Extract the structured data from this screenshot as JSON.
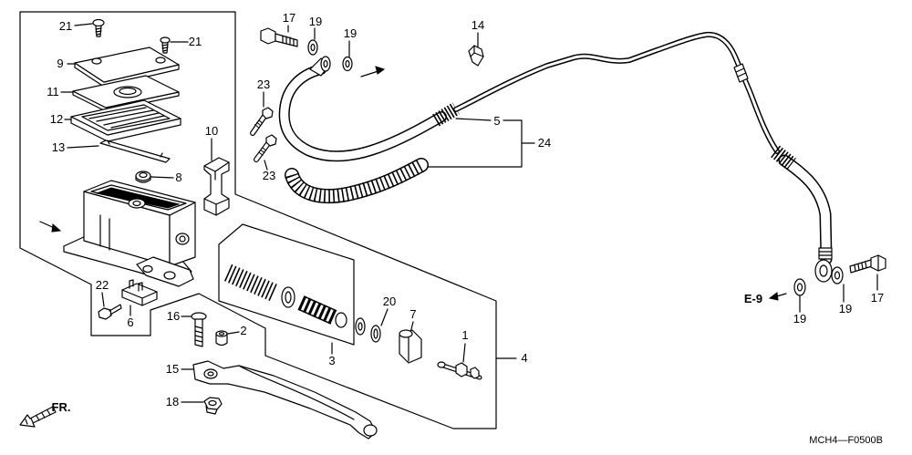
{
  "diagram": {
    "callouts": [
      "21",
      "21",
      "9",
      "11",
      "12",
      "13",
      "8",
      "10",
      "17",
      "19",
      "19",
      "14",
      "23",
      "23",
      "5",
      "24",
      "22",
      "6",
      "16",
      "2",
      "15",
      "18",
      "3",
      "20",
      "7",
      "1",
      "4",
      "19",
      "19",
      "17"
    ],
    "direction_ref": "E-9",
    "front_marker": "FR.",
    "figure_code": "MCH4—F0500B"
  }
}
